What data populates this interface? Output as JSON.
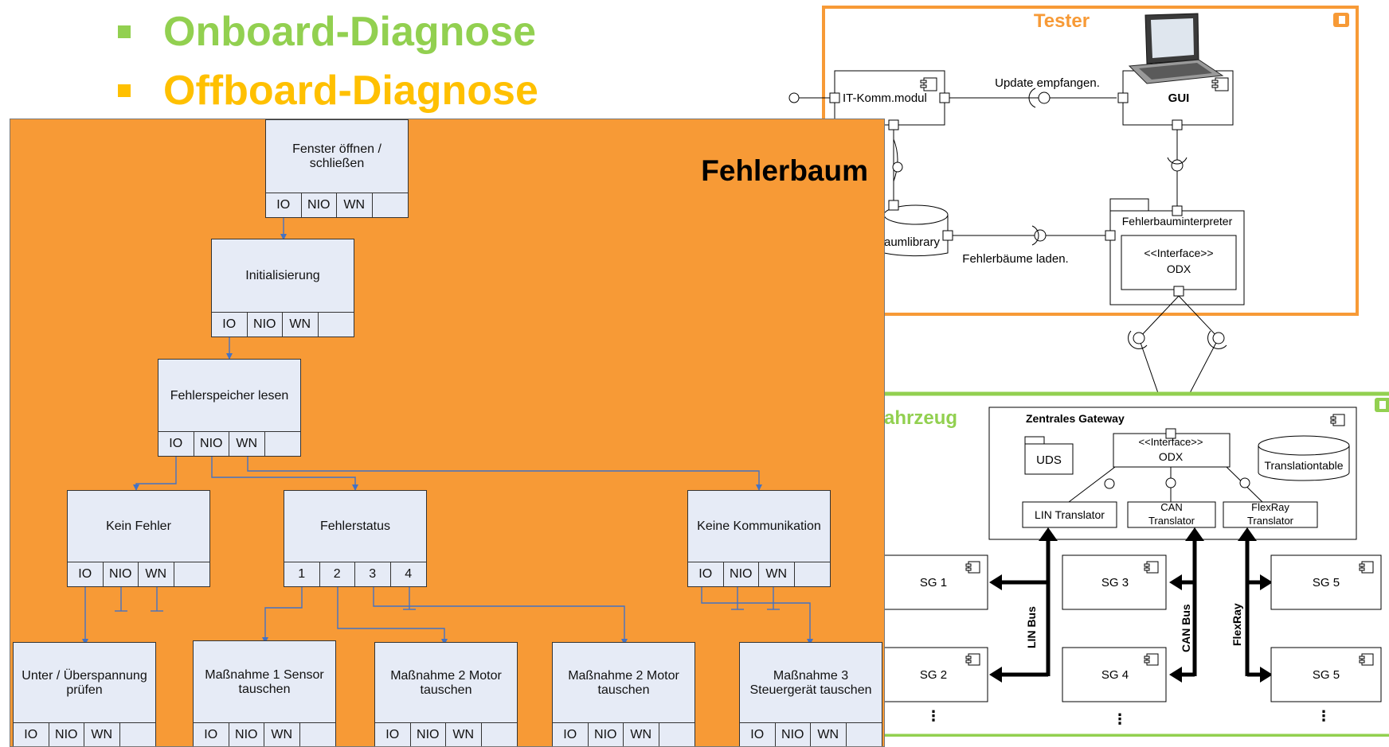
{
  "bullets": [
    {
      "label": "Onboard-Diagnose",
      "color": "#92d050"
    },
    {
      "label": "Offboard-Diagnose",
      "color": "#ffc000"
    }
  ],
  "colors": {
    "tester_frame": "#f79a36",
    "vehicle_frame": "#92d050",
    "tree_background": "#f79a36",
    "node_fill": "#e6ebf6",
    "connector": "#4472c4"
  },
  "tester": {
    "title": "Tester",
    "it_module": "IT-Komm.modul",
    "gui": "GUI",
    "update_label": "Update empfangen.",
    "library": "aumlibrary",
    "load_label": "Fehlerbäume laden.",
    "interpreter": "Fehlerbauminterpreter",
    "interface_stereotype": "<<Interface>>",
    "interface_name": "ODX",
    "laptop_icon": "laptop-icon"
  },
  "vehicle": {
    "title": "ahrzeug",
    "gateway_title": "Zentrales Gateway",
    "uds": "UDS",
    "interface_stereotype": "<<Interface>>",
    "interface_name": "ODX",
    "translationtable": "Translationtable",
    "lin_translator": "LIN Translator",
    "can_translator_line1": "CAN",
    "can_translator_line2": "Translator",
    "flexray_translator_line1": "FlexRay",
    "flexray_translator_line2": "Translator",
    "lin_bus": "LIN Bus",
    "can_bus": "CAN Bus",
    "flexray_bus": "FlexRay",
    "ecus": [
      "SG 1",
      "SG 2",
      "SG 3",
      "SG 4",
      "SG 5",
      "SG 5"
    ],
    "ellipsis": "⋮"
  },
  "tree": {
    "title": "Fehlerbaum",
    "nodes": [
      {
        "id": "n1",
        "label": "Fenster öffnen / schließen",
        "cells": [
          "IO",
          "NIO",
          "WN",
          ""
        ]
      },
      {
        "id": "n2",
        "label": "Initialisierung",
        "cells": [
          "IO",
          "NIO",
          "WN",
          ""
        ]
      },
      {
        "id": "n3",
        "label": "Fehlerspeicher lesen",
        "cells": [
          "IO",
          "NIO",
          "WN",
          ""
        ]
      },
      {
        "id": "n4",
        "label": "Kein Fehler",
        "cells": [
          "IO",
          "NIO",
          "WN",
          ""
        ]
      },
      {
        "id": "n5",
        "label": "Fehlerstatus",
        "cells": [
          "1",
          "2",
          "3",
          "4"
        ]
      },
      {
        "id": "n6",
        "label": "Keine Kommunikation",
        "cells": [
          "IO",
          "NIO",
          "WN",
          ""
        ]
      },
      {
        "id": "n7",
        "label": "Unter / Überspannung prüfen",
        "cells": [
          "IO",
          "NIO",
          "WN",
          ""
        ]
      },
      {
        "id": "n8",
        "label": "Maßnahme 1 Sensor tauschen",
        "cells": [
          "IO",
          "NIO",
          "WN",
          ""
        ]
      },
      {
        "id": "n9",
        "label": "Maßnahme 2 Motor tauschen",
        "cells": [
          "IO",
          "NIO",
          "WN",
          ""
        ]
      },
      {
        "id": "n10",
        "label": "Maßnahme 2 Motor tauschen",
        "cells": [
          "IO",
          "NIO",
          "WN",
          ""
        ]
      },
      {
        "id": "n11",
        "label": "Maßnahme 3 Steuergerät tauschen",
        "cells": [
          "IO",
          "NIO",
          "WN",
          ""
        ]
      }
    ]
  }
}
